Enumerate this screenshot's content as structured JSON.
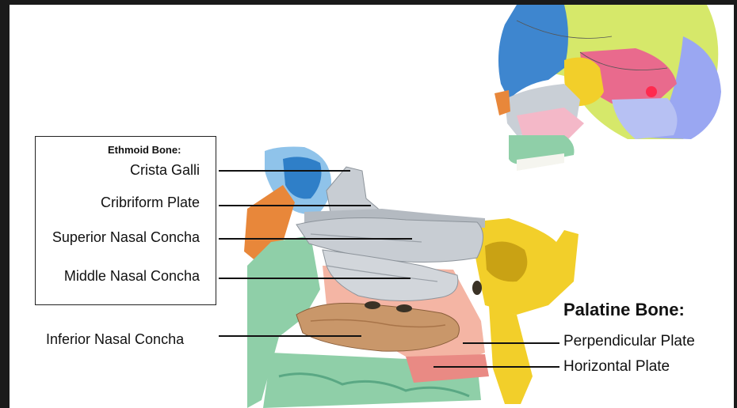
{
  "ethmoid": {
    "heading": "Ethmoid Bone:",
    "labels": [
      "Crista Galli",
      "Cribriform Plate",
      "Superior Nasal Concha",
      "Middle Nasal Concha"
    ]
  },
  "inferior_label": "Inferior Nasal Concha",
  "palatine": {
    "heading": "Palatine Bone:",
    "labels": [
      "Perpendicular Plate",
      "Horizontal Plate"
    ]
  },
  "colors": {
    "frame": "#1a1a1a",
    "background": "#ffffff",
    "label_line": "#111111",
    "ethmoid_gray": "#c8cdd3",
    "sphenoid_yellow": "#f2cf2a",
    "frontal_blue": "#3b7fc4",
    "maxilla_green": "#7fc4a8",
    "nasal_orange": "#e8873a",
    "inferior_concha_brown": "#c9976a",
    "palatine_pink": "#f4b5a4"
  }
}
